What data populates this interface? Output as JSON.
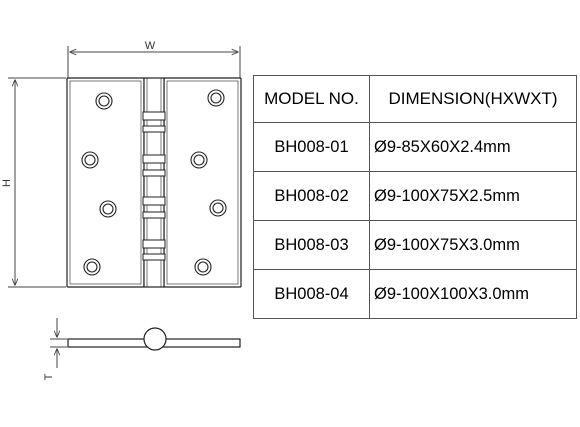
{
  "drawing": {
    "width_label": "W",
    "height_label": "H",
    "thickness_label": "T"
  },
  "table": {
    "headers": [
      "MODEL NO.",
      "DIMENSION(HXWXT)"
    ],
    "rows": [
      {
        "model": "BH008-01",
        "dimension": "Ø9-85X60X2.4mm"
      },
      {
        "model": "BH008-02",
        "dimension": "Ø9-100X75X2.5mm"
      },
      {
        "model": "BH008-03",
        "dimension": "Ø9-100X75X3.0mm"
      },
      {
        "model": "BH008-04",
        "dimension": "Ø9-100X100X3.0mm"
      }
    ]
  }
}
